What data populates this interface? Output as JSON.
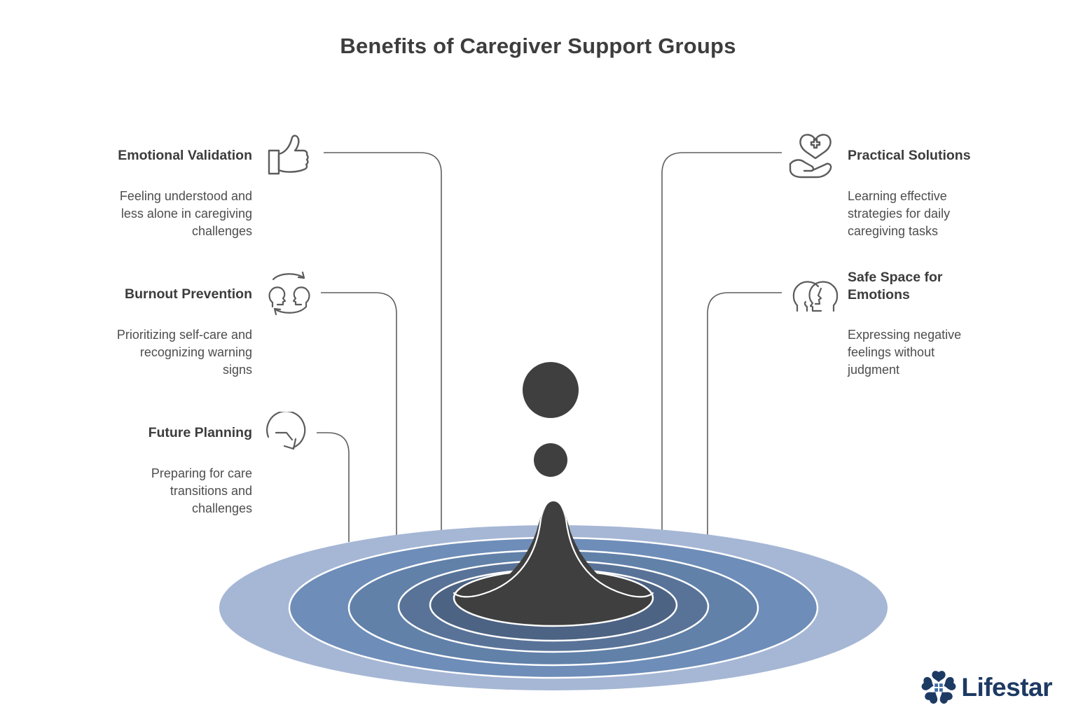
{
  "title": "Benefits of Caregiver Support Groups",
  "items": {
    "left": [
      {
        "heading": "Emotional Validation",
        "body": "Feeling understood and\nless alone in caregiving\nchallenges",
        "icon": "thumbs-up-icon"
      },
      {
        "heading": "Burnout Prevention",
        "body": "Prioritizing self-care and\nrecognizing warning\nsigns",
        "icon": "people-cycle-icon"
      },
      {
        "heading": "Future Planning",
        "body": "Preparing for care\ntransitions and\nchallenges",
        "icon": "clock-forward-icon"
      }
    ],
    "right": [
      {
        "heading": "Practical Solutions",
        "body": "Learning effective\nstrategies for daily\ncaregiving tasks",
        "icon": "hand-heart-icon"
      },
      {
        "heading": "Safe Space for\nEmotions",
        "body": "Expressing negative\nfeelings without\njudgment",
        "icon": "two-heads-icon"
      }
    ]
  },
  "logo": {
    "text": "Lifestar"
  },
  "colors": {
    "title_text": "#3d3d3d",
    "body_text": "#4d4d4d",
    "connector": "#5f5f5f",
    "icon_stroke": "#5c5c5c",
    "splash_dark": "#3f3f3f",
    "ripple_outer": "#a6b7d5",
    "ripple_ring2": "#6e8db9",
    "ripple_ring3": "#6181a9",
    "ripple_ring4": "#597398",
    "ripple_ring5": "#4d6384",
    "logo_navy": "#1d3a63",
    "logo_window_blue": "#3e6ca3"
  }
}
